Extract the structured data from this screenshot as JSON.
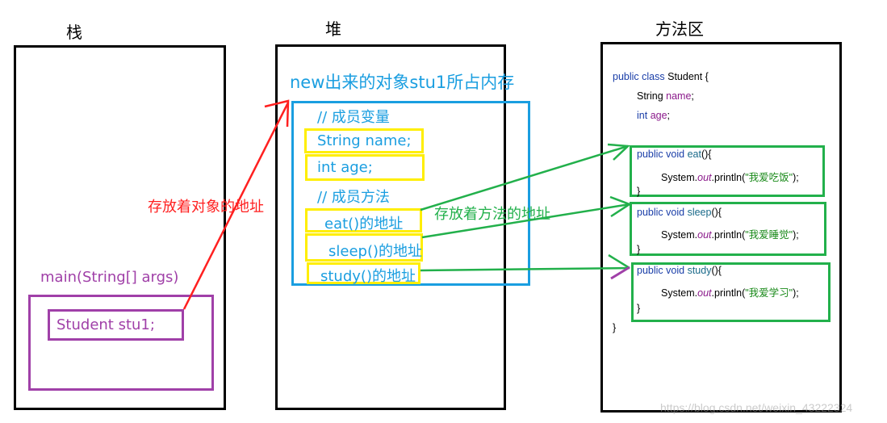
{
  "stack": {
    "title": "栈",
    "method_sig": "main(String[] args)",
    "local_var": "Student stu1;"
  },
  "heap": {
    "title": "堆",
    "object_title": "new出来的对象stu1所占内存",
    "fields_comment": "// 成员变量",
    "field_name": "String name;",
    "field_age": "int age;",
    "methods_comment": "// 成员方法",
    "eat_addr": "eat()的地址",
    "sleep_addr": "sleep()的地址",
    "study_addr": "study()的地址"
  },
  "method_area": {
    "title": "方法区",
    "class_decl": {
      "kw": "public class",
      "name": "Student {"
    },
    "field1": {
      "type": "String",
      "name": "name",
      ";": ";"
    },
    "field2": {
      "type": "int",
      "name": "age"
    },
    "eat": {
      "sig_kw": "public void",
      "name": "eat",
      "tail": "(){",
      "body_pre": "System.",
      "out": "out",
      "body_mid": ".println(",
      "str": "\"我爱吃饭\"",
      "body_end": ");",
      "close": "}"
    },
    "sleep": {
      "sig_kw": "public void",
      "name": "sleep",
      "tail": "(){",
      "body_pre": "System.",
      "out": "out",
      "body_mid": ".println(",
      "str": "\"我爱睡觉\"",
      "body_end": ");",
      "close": "}"
    },
    "study": {
      "sig_kw": "public void",
      "name": "study",
      "tail": "(){",
      "body_pre": "System.",
      "out": "out",
      "body_mid": ".println(",
      "str": "\"我爱学习\"",
      "body_end": ");",
      "close": "}"
    },
    "class_close": "}"
  },
  "annotations": {
    "object_address": "存放着对象的地址",
    "method_address": "存放着方法的地址"
  },
  "watermark": "https://blog.csdn.net/weixin_43222324",
  "colors": {
    "red": "#ff2020",
    "green": "#22b04b",
    "purple": "#a040a8",
    "blue": "#1a9ee0",
    "yellow": "#ffee00"
  }
}
